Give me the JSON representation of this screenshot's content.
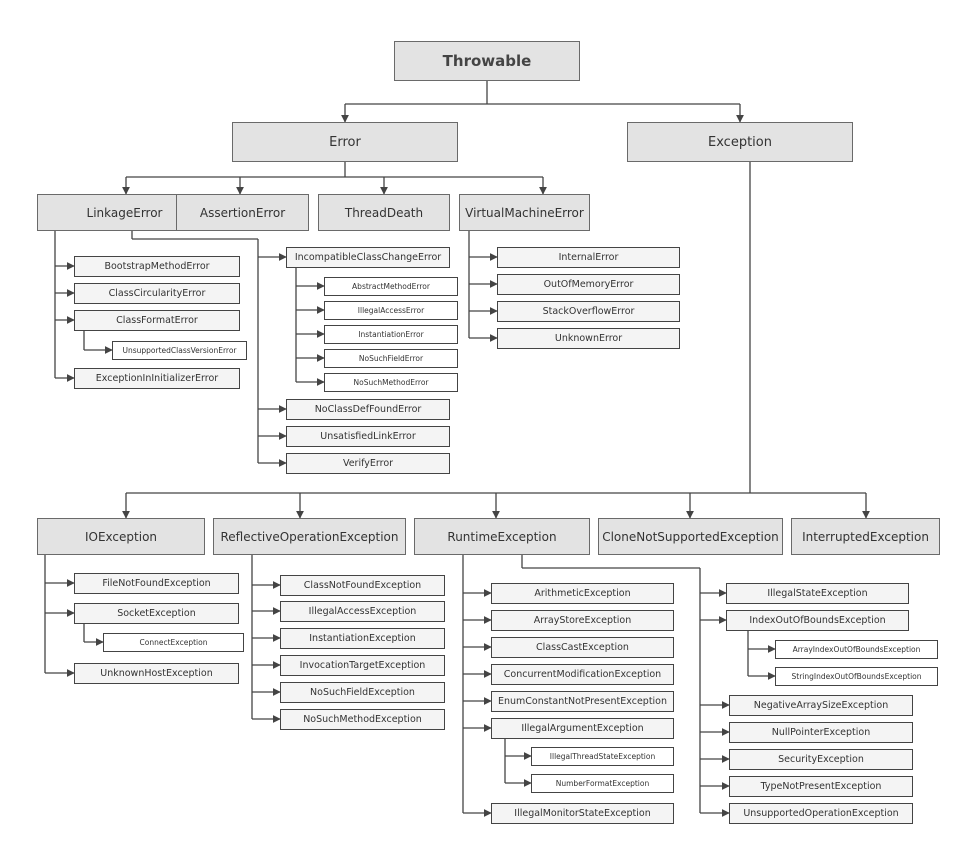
{
  "diagram": {
    "colors": {
      "line": "#444444",
      "box_fill": "#e3e3e3",
      "box_border": "#6a6a6a",
      "leaf_fill": "#f4f4f4"
    },
    "nodes": {
      "throwable": "Throwable",
      "error": "Error",
      "exception": "Exception",
      "linkage_error": "LinkageError",
      "assertion_error": "AssertionError",
      "thread_death": "ThreadDeath",
      "virtual_machine_error": "VirtualMachineError",
      "bootstrap_method_error": "BootstrapMethodError",
      "class_circularity_error": "ClassCircularityError",
      "class_format_error": "ClassFormatError",
      "unsupported_class_version_error": "UnsupportedClassVersionError",
      "exception_in_initializer_error": "ExceptionInInitializerError",
      "incompatible_class_change_error": "IncompatibleClassChangeError",
      "abstract_method_error": "AbstractMethodError",
      "illegal_access_error": "IllegalAccessError",
      "instantiation_error": "InstantiationError",
      "no_such_field_error": "NoSuchFieldError",
      "no_such_method_error": "NoSuchMethodError",
      "no_class_def_found_error": "NoClassDefFoundError",
      "unsatisfied_link_error": "UnsatisfiedLinkError",
      "verify_error": "VerifyError",
      "internal_error": "InternalError",
      "out_of_memory_error": "OutOfMemoryError",
      "stack_overflow_error": "StackOverflowError",
      "unknown_error": "UnknownError",
      "io_exception": "IOException",
      "reflective_operation_exception": "ReflectiveOperationException",
      "runtime_exception": "RuntimeException",
      "clone_not_supported_exception": "CloneNotSupportedException",
      "interrupted_exception": "InterruptedException",
      "file_not_found_exception": "FileNotFoundException",
      "socket_exception": "SocketException",
      "connect_exception": "ConnectException",
      "unknown_host_exception": "UnknownHostException",
      "class_not_found_exception": "ClassNotFoundException",
      "illegal_access_exception": "IllegalAccessException",
      "instantiation_exception": "InstantiationException",
      "invocation_target_exception": "InvocationTargetException",
      "no_such_field_exception": "NoSuchFieldException",
      "no_such_method_exception": "NoSuchMethodException",
      "arithmetic_exception": "ArithmeticException",
      "array_store_exception": "ArrayStoreException",
      "class_cast_exception": "ClassCastException",
      "concurrent_modification_exception": "ConcurrentModificationException",
      "enum_constant_not_present_exception": "EnumConstantNotPresentException",
      "illegal_argument_exception": "IllegalArgumentException",
      "illegal_thread_state_exception": "IllegalThreadStateException",
      "number_format_exception": "NumberFormatException",
      "illegal_monitor_state_exception": "IllegalMonitorStateException",
      "illegal_state_exception": "IllegalStateException",
      "index_out_of_bounds_exception": "IndexOutOfBoundsException",
      "array_index_out_of_bounds_exception": "ArrayIndexOutOfBoundsException",
      "string_index_out_of_bounds_exception": "StringIndexOutOfBoundsException",
      "negative_array_size_exception": "NegativeArraySizeException",
      "null_pointer_exception": "NullPointerException",
      "security_exception": "SecurityException",
      "type_not_present_exception": "TypeNotPresentException",
      "unsupported_operation_exception": "UnsupportedOperationException"
    }
  }
}
